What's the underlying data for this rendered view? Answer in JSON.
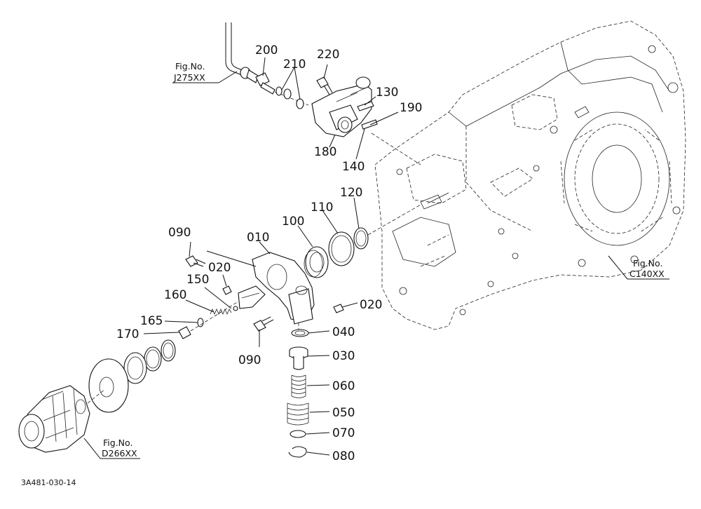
{
  "fig_refs": {
    "j275": {
      "line1": "Fig.No.",
      "line2": "J275XX"
    },
    "c140": {
      "line1": "Fig.No.",
      "line2": "C140XX"
    },
    "d266": {
      "line1": "Fig.No.",
      "line2": "D266XX"
    }
  },
  "part_labels": {
    "p200": "200",
    "p220": "220",
    "p210": "210",
    "p130": "130",
    "p190": "190",
    "p180": "180",
    "p140": "140",
    "p120": "120",
    "p110": "110",
    "p100": "100",
    "p090a": "090",
    "p010": "010",
    "p020a": "020",
    "p150": "150",
    "p160": "160",
    "p165": "165",
    "p170": "170",
    "p020b": "020",
    "p040": "040",
    "p090b": "090",
    "p030": "030",
    "p060": "060",
    "p050": "050",
    "p070": "070",
    "p080": "080"
  },
  "drawing_code": "3A481-030-14"
}
